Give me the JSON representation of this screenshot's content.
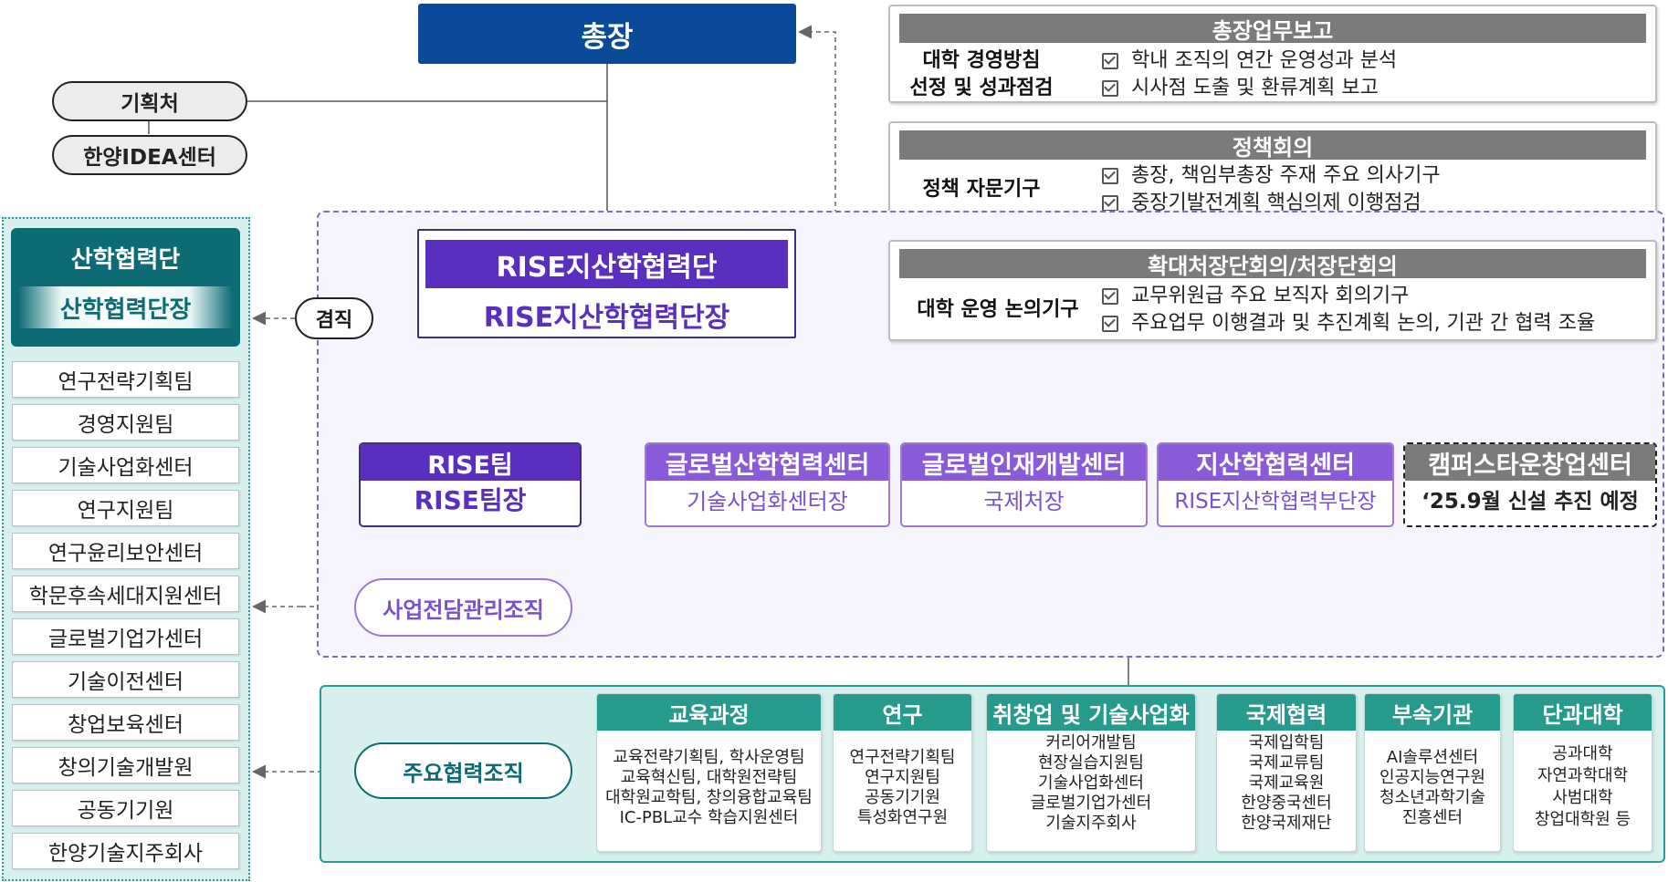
{
  "president": "총장",
  "planning_office": "기획처",
  "idea_center": "한양IDEA센터",
  "reports": [
    {
      "title": "총장업무보고",
      "left": [
        "대학 경영방침",
        "선정 및 성과점검"
      ],
      "items": [
        "학내 조직의 연간 운영성과 분석",
        "시사점 도출 및 환류계획 보고"
      ]
    },
    {
      "title": "정책회의",
      "left": [
        "정책 자문기구"
      ],
      "items": [
        "총장, 책임부총장 주재 주요 의사기구",
        "중장기발전계획 핵심의제 이행점검"
      ]
    },
    {
      "title": "확대처장단회의/처장단회의",
      "left": [
        "대학 운영 논의기구"
      ],
      "items": [
        "교무위원급 주요 보직자 회의기구",
        "주요업무 이행결과 및 추진계획 논의, 기관 간 협력 조율"
      ]
    }
  ],
  "rise_main": {
    "title": "RISE지산학협력단",
    "head": "RISE지산학협력단장"
  },
  "dual_role": "겸직",
  "rise_units": [
    {
      "name": "RISE팀",
      "head": "RISE팀장"
    },
    {
      "name": "글로벌산학협력센터",
      "head": "기술사업화센터장"
    },
    {
      "name": "글로벌인재개발센터",
      "head": "국제처장"
    },
    {
      "name": "지산학협력센터",
      "head": "RISE지산학협력부단장"
    },
    {
      "name": "캠퍼스타운창업센터",
      "head": "‘25.9월 신설 추진 예정"
    }
  ],
  "biz_mgmt": "사업전담관리조직",
  "industry": {
    "title": "산학협력단",
    "head": "산학협력단장",
    "teams": [
      "연구전략기획팀",
      "경영지원팀",
      "기술사업화센터",
      "연구지원팀",
      "연구윤리보안센터",
      "학문후속세대지원센터",
      "글로벌기업가센터",
      "기술이전센터",
      "창업보육센터",
      "창의기술개발원",
      "공동기기원",
      "한양기술지주회사"
    ]
  },
  "coop_label": "주요협력조직",
  "coop_groups": [
    {
      "title": "교육과정",
      "items": [
        "교육전략기획팀, 학사운영팀",
        "교육혁신팀, 대학원전략팀",
        "대학원교학팀, 창의융합교육팀",
        "IC-PBL교수 학습지원센터"
      ]
    },
    {
      "title": "연구",
      "items": [
        "연구전략기획팀",
        "연구지원팀",
        "공동기기원",
        "특성화연구원"
      ]
    },
    {
      "title": "취창업 및 기술사업화",
      "items": [
        "커리어개발팀",
        "현장실습지원팀",
        "기술사업화센터",
        "글로벌기업가센터",
        "기술지주회사"
      ]
    },
    {
      "title": "국제협력",
      "items": [
        "국제입학팀",
        "국제교류팀",
        "국제교육원",
        "한양중국센터",
        "한양국제재단"
      ]
    },
    {
      "title": "부속기관",
      "items": [
        "AI솔루션센터",
        "인공지능연구원",
        "청소년과학기술",
        "진흥센터"
      ]
    },
    {
      "title": "단과대학",
      "items": [
        "공과대학",
        "자연과학대학",
        "사범대학",
        "창업대학원 등"
      ]
    }
  ],
  "colors": {
    "navy": "#0b4a99",
    "purple": "#5a2fbf",
    "purple_light": "#8a5ad8",
    "teal": "#279a8e",
    "teal_dark": "#0c6b73",
    "gray_head": "#7b7b7b"
  }
}
